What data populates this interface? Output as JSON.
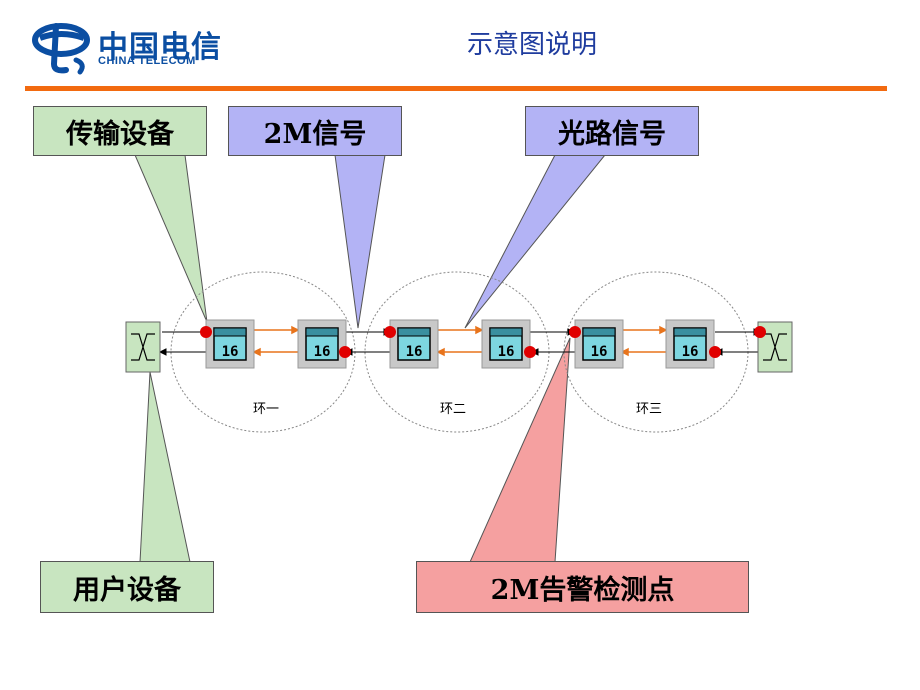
{
  "header": {
    "logo_cn": "中国电信",
    "logo_en": "CHINA TELECOM",
    "title": "示意图说明"
  },
  "callouts": {
    "transmission_equipment": "传输设备",
    "signal_2m": "2M信号",
    "optical_signal": "光路信号",
    "user_equipment": "用户设备",
    "alarm_detection_2m": "2M告警检测点"
  },
  "rings": [
    "环一",
    "环二",
    "环三"
  ],
  "node_label": "16",
  "colors": {
    "brand_blue": "#0b4ea2",
    "accent_orange": "#f26a10",
    "green_callout": "#c8e5c0",
    "blue_callout": "#b3b3f5",
    "red_callout": "#f5a0a0",
    "detection_point": "#e00000"
  }
}
